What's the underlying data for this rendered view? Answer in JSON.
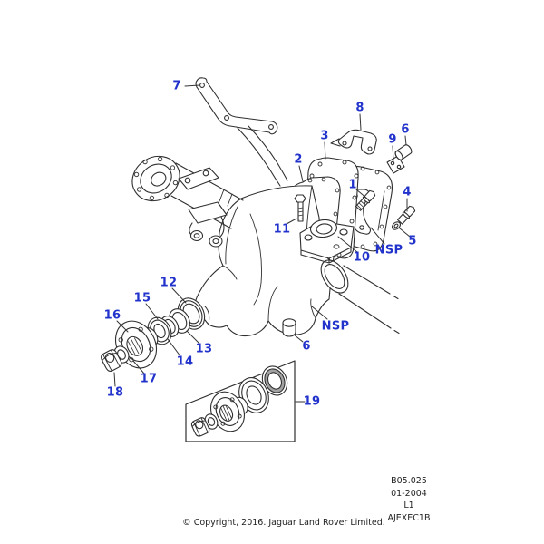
{
  "colors": {
    "callout": "#2233cc",
    "line": "#2f2f2f",
    "text": "#222222"
  },
  "figure": {
    "callouts": [
      {
        "label": "7"
      },
      {
        "label": "8"
      },
      {
        "label": "3"
      },
      {
        "label": "2"
      },
      {
        "label": "9"
      },
      {
        "label": "6"
      },
      {
        "label": "1"
      },
      {
        "label": "4"
      },
      {
        "label": "5"
      },
      {
        "label": "NSP"
      },
      {
        "label": "10"
      },
      {
        "label": "11"
      },
      {
        "label": "12"
      },
      {
        "label": "15"
      },
      {
        "label": "16"
      },
      {
        "label": "13"
      },
      {
        "label": "14"
      },
      {
        "label": "17"
      },
      {
        "label": "18"
      },
      {
        "label": "6"
      },
      {
        "label": "NSP"
      },
      {
        "label": "19"
      }
    ]
  },
  "doc_info": {
    "lines": [
      "B05.025",
      "01-2004",
      "L1",
      "AJEXEC1B"
    ]
  },
  "footer": {
    "copyright": "© Copyright, 2016. Jaguar Land Rover Limited."
  }
}
